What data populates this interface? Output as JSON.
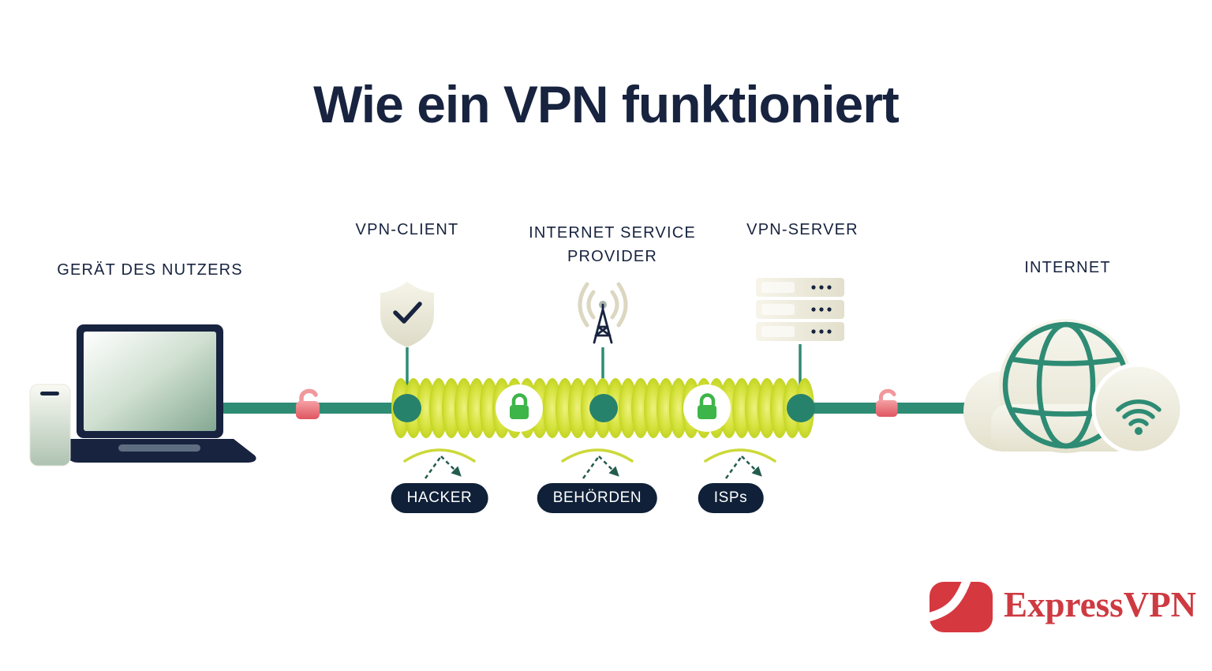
{
  "title": "Wie ein VPN funktioniert",
  "labels": {
    "device": "GERÄT DES NUTZERS",
    "vpn_client": "VPN-CLIENT",
    "isp": "INTERNET SERVICE PROVIDER",
    "vpn_server": "VPN-SERVER",
    "internet": "INTERNET"
  },
  "threat_badges": [
    {
      "label": "HACKER"
    },
    {
      "label": "BEHÖRDEN"
    },
    {
      "label": "ISPs"
    }
  ],
  "brand": {
    "wordmark": "ExpressVPN"
  },
  "icons": {
    "shield": "shield-check-icon",
    "tower": "radio-tower-icon",
    "servers": "server-stack-icon",
    "globe": "globe-icon",
    "wifi": "wifi-icon",
    "open_lock": "open-padlock-icon",
    "closed_lock": "closed-padlock-icon"
  },
  "colors": {
    "title_navy": "#17233f",
    "teal": "#2e8b74",
    "tunnel_green": "#c7d82a",
    "badge_bg": "#0f2038",
    "brand_red": "#d6383f",
    "lock_green": "#3eb549",
    "alert_red": "#e4616a"
  }
}
